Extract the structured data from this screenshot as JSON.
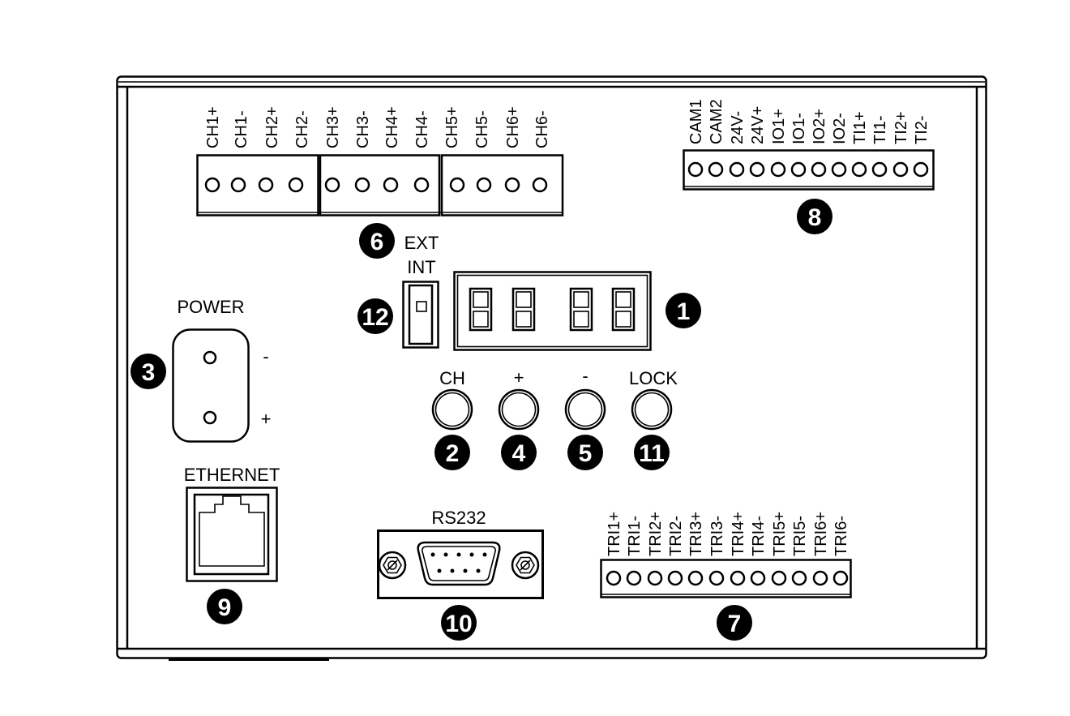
{
  "channel_terminal": {
    "labels": [
      "CH1+",
      "CH1-",
      "CH2+",
      "CH2-",
      "CH3+",
      "CH3-",
      "CH4+",
      "CH4-",
      "CH5+",
      "CH5-",
      "CH6+",
      "CH6-"
    ],
    "badge": "6"
  },
  "io_terminal": {
    "labels": [
      "CAM1",
      "CAM2",
      "24V-",
      "24V+",
      "IO1+",
      "IO1-",
      "IO2+",
      "IO2-",
      "TI1+",
      "TI1-",
      "TI2+",
      "TI2-"
    ],
    "badge": "8"
  },
  "trigger_terminal": {
    "labels": [
      "TRI1+",
      "TRI1-",
      "TRI2+",
      "TRI2-",
      "TRI3+",
      "TRI3-",
      "TRI4+",
      "TRI4-",
      "TRI5+",
      "TRI5-",
      "TRI6+",
      "TRI6-"
    ],
    "badge": "7"
  },
  "mode_switch": {
    "ext_label": "EXT",
    "int_label": "INT",
    "badge": "12"
  },
  "display": {
    "badge": "1"
  },
  "buttons": [
    {
      "label": "CH",
      "badge": "2"
    },
    {
      "label": "+",
      "badge": "4"
    },
    {
      "label": "-",
      "badge": "5"
    },
    {
      "label": "LOCK",
      "badge": "11"
    }
  ],
  "power": {
    "label": "POWER",
    "minus_label": "-",
    "plus_label": "+",
    "badge": "3"
  },
  "ethernet": {
    "label": "ETHERNET",
    "badge": "9"
  },
  "rs232": {
    "label": "RS232",
    "badge": "10"
  },
  "colors": {
    "line": "#000000",
    "background": "#ffffff",
    "badge_fill": "#000000",
    "badge_number": "#ffffff"
  }
}
